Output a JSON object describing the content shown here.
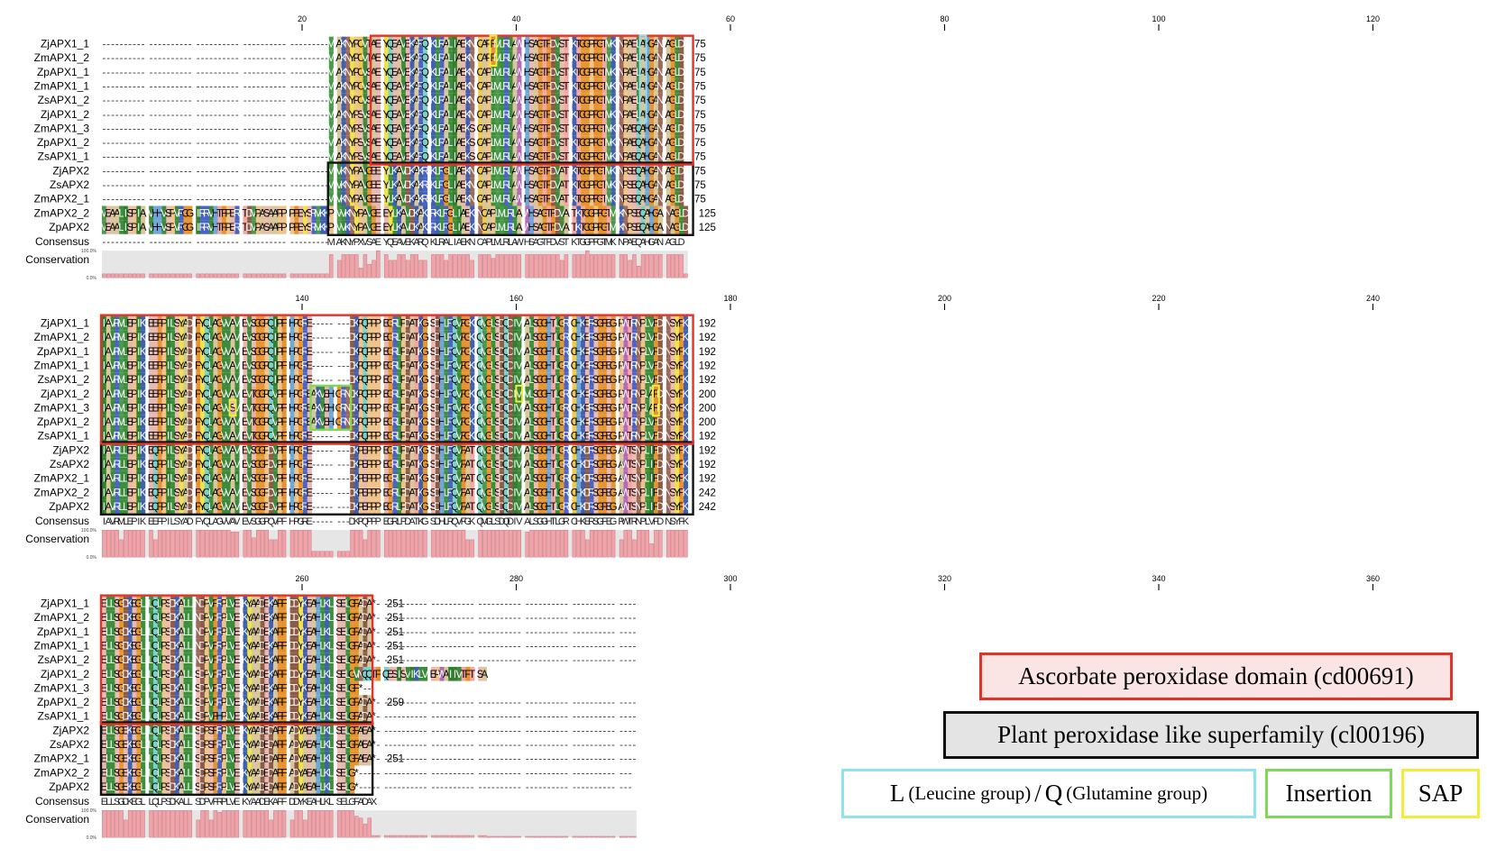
{
  "alignment": {
    "consensus_label": "Consensus",
    "conservation_label": "Conservation",
    "scale_top": "100.0%",
    "scale_bottom": "0.0%",
    "blocks": [
      {
        "ruler": [
          "20",
          "40",
          "60",
          "80",
          "100",
          "120"
        ],
        "rows": [
          {
            "name": "ZjAPX1_1",
            "seq": "-------------------------------------------------MAKNYPCVTAEYQEAVEKARQKLRALIAEKNCAPFMLRLAWHSAGTFDVSTKTGGPFGTMKNPAELAHGANAGLD",
            "end": "75"
          },
          {
            "name": "ZmAPX1_2",
            "seq": "-------------------------------------------------MAKNYPCVTAEYQEAVEKARQKLRALIAEKNCAPFMLRLAWHSAGTFDVSTKTGGPFGTMKNPAELAHGANAGLD",
            "end": "75"
          },
          {
            "name": "ZpAPX1_1",
            "seq": "-------------------------------------------------MAKNYPCVSAEYQEAVEKARQKLRALIAEKNCAPLMLRLAWHSAGTFDVSTKTGGPFGTMKNPAELAHGANAGLD",
            "end": "75"
          },
          {
            "name": "ZmAPX1_1",
            "seq": "-------------------------------------------------MAKNYPCVSAEYQEAVEKARQKLRALIAEKNCAPLMLRLAWHSAGTFDVSTKTGGPFGTMKNPAELAHGANAGLD",
            "end": "75"
          },
          {
            "name": "ZsAPX1_2",
            "seq": "-------------------------------------------------MAKNYPCVSAEYQEAVEKARQKLRALIAEKNCAPLMLRLAWHSAGTFDVSTKTGGPFGTMKNPAELAHGANAGLD",
            "end": "75"
          },
          {
            "name": "ZjAPX1_2",
            "seq": "-------------------------------------------------MAKNYPSVSAEYQEAVEKARQKLRALIAEKNCAPLMLRLAWHSAGTFDVSTKTGGPFGTMKNPAELAHGANAGLD",
            "end": "75"
          },
          {
            "name": "ZmAPX1_3",
            "seq": "-------------------------------------------------MAKNYPSVSAEYQEAVEKARQKLRALIAEKSCAPLMLRLAWHSAGTFDVSTKTGGPFGTMKNPAEQAHGANAGLD",
            "end": "75"
          },
          {
            "name": "ZpAPX1_2",
            "seq": "-------------------------------------------------MAKNYPSVSAEYQEAVEKARQKLRALIAEKSCAPLMLRLAWHSAGTFDVSTKTGGPFGTMKNPAEQAHGANAGLD",
            "end": "75"
          },
          {
            "name": "ZsAPX1_1",
            "seq": "-------------------------------------------------MAKNYPSVSAEYQEAVEKARQKLRALIAEKSCAPLMLRLAWHSAGTFDVSTKTGGPFGTMKNPAEQAHGANAGLD",
            "end": "75"
          },
          {
            "name": "ZjAPX2",
            "seq": "-------------------------------------------------MVKNYPAVGEEYLKAVDKAKRKLRGLIAEKNCAPLMLRLAWHSAGTFDVATKTGGPFGTMKNPSEQAHGANAGLD",
            "end": "75"
          },
          {
            "name": "ZsAPX2",
            "seq": "-------------------------------------------------MVKNYPAVGEEYLKAVDKAKRKLRGLIAEKNCAPLMLRLAWHSAGTFDVATKTGGPFGTMKNPSEQAHGANAGLD",
            "end": "75"
          },
          {
            "name": "ZmAPX2_1",
            "seq": "-------------------------------------------------MVKNYPAVGEEYLKAVDKAKRKLRGLIAEKNCAPLMLRLAWHSAGTFDVATKTGGPFGTMKNPSEQAHGANAGLD",
            "end": "75"
          },
          {
            "name": "ZmAPX2_2",
            "seq": "MEAALISPIAVHHVSPVRGGIRRVHTFPERTDMPASAAPPPFEYSRMKKPMVKNYPAVGEEYLKAVDKAKRKLRGLIAEKNCAPLMLRLAWHSAGTFDVATKTGGPFGTMKNPSEQAHGANAGLD",
            "end": "125"
          },
          {
            "name": "ZpAPX2",
            "seq": "MEAALISPIAVHHVSPVRGGIRRVHTFPERTDMPASAAPPPFEYSRMKKPMVKNYPAVGEEYLKAVDKAKRKLRGLIAEKNCAPLMLRLAWHSAGTFDVATKTGGPFGTMKNPSEQAHGANAGLD",
            "end": "125"
          }
        ],
        "consensus": "-------------------------------------------------MAKNYPXVSAEYQEAVEKARQKLRALIAEKNCAPLMLRLAWHSAGTFDVSTKTGGPFGTMKNPAEQAHGANAGLD"
      },
      {
        "ruler": [
          "140",
          "160",
          "180",
          "200",
          "220",
          "240"
        ],
        "rows": [
          {
            "name": "ZjAPX1_1",
            "seq": "IAVRMLEPIKEEFPILSYADFYQLAGVVAVEVSGGPQIPFHPGRE--------DKPQPPPEGRLPDATKGSDHLRQVFGKQMGLSDQDIVALSGGHTLGRCHKERSGFEGPWTRNPLVFDNSYFK",
            "end": "192"
          },
          {
            "name": "ZmAPX1_2",
            "seq": "IAVRMLEPIKEEFPILSYADFYQLAGVVAVEVSGGPQIPFHPGRE--------DKPQPPPEGRLPDATKGSDHLRQVFGKQMGLSDQDIVALSGGHTLGRCHKERSGFEGPWTRNPLVFDNSYFK",
            "end": "192"
          },
          {
            "name": "ZpAPX1_1",
            "seq": "IAVRMLEPIKEEFPILSYADFYQLAGVVAVEVSGGPQIPFHPGRE--------DKPQPPPEGRLPDATKGSDHLRQVFGKQMGLSDQDIVALSGGHTLGRCHKERSGFEGPWTRNPLVFDNSYFK",
            "end": "192"
          },
          {
            "name": "ZmAPX1_1",
            "seq": "IAVRMLEPIKEEFPILSYADFYQLAGVVAVEVSGGPQIPFHPGRE--------DKPQPPPEGRLPDATKGSDHLRQVFGKQMGLSDQDIVALSGGHTLGRCHKERSGFEGPWTRNPLVFDNSYFK",
            "end": "192"
          },
          {
            "name": "ZsAPX1_2",
            "seq": "IAVRMLEPIKEEFPILSYADFYQLAGVVAVEVSGGPQIPFHPGRE--------DKPQPPPEGRLPDATKGSDHLRQVFGKQMGLSDQDIVALSGGHTLGRCHKERSGFEGPWTRNPLVFDNSYFK",
            "end": "192"
          },
          {
            "name": "ZjAPX1_2",
            "seq": "IAVRMLEPIKEEFPILSYADFYQLAGVVAVEVTGGPQVPFHPGREAKVEHGRNDKPQPPPEGRLPDATKGSDHLRQVFGKQMGLSDQDIVVLSGGHTLGRCHKERSGFEGPWTRNPLAFDNSYFK",
            "end": "200"
          },
          {
            "name": "ZmAPX1_3",
            "seq": "IAVRMLEPIKEEFPILSYADFYQLAGVVSVEVTGGPQVPFHPGREAKVEHGRNDKPQPPPEGRLPDATKGSDHLRQVFGKQMGLSDQDIVALSGGHTLGRCHKERSGFEGPWTRNPLAFDNSYFK",
            "end": "200"
          },
          {
            "name": "ZpAPX1_2",
            "seq": "IAVRMLEPIKEEFPILSYADFYQLAGVVAVEVTGGPQVPFHPGREAKVEHGRNDKPQPPPEGRLPDATKGSDHLRQVFGKQMGLSDQDIVALSGGHTLGRCHKERSGFEGPWTRNPLVFDNSYFK",
            "end": "200"
          },
          {
            "name": "ZsAPX1_1",
            "seq": "IAVRMLEPIKEEFPILSYADFYQLAGVVAVEVTGGPQVPFHPGRE--------DKPQPPPEGRLPDATKGSDHLRQVFGKQMGLSDQDIVALSGGHTLGRCHKERSGFEGPWTRNPLVFDNSYFK",
            "end": "192"
          },
          {
            "name": "ZjAPX2",
            "seq": "IAVRLLEPIKEQFPILSYADFYQLAGVVAVEVSGGPDVPFHPGRE--------DKPEPPPEGRLPDATKGSDHLRQVFATQMGLSDQDIVALSGGHTLGRCHKDRSGFEGAWTSNPLIFDNSYFK",
            "end": "192"
          },
          {
            "name": "ZsAPX2",
            "seq": "IAVRLLEPIKEQFPILSYADFYQLAGVVAVEVSGGPDVPFHPGRE--------DKPEPPPEGRLPDATKGSDHLRQVFATQMGLSDQDIVALSGGHTLGRCHKDRSGFEGAWTSNPLIFDNSYFK",
            "end": "192"
          },
          {
            "name": "ZmAPX2_1",
            "seq": "IAVRLLEPIKEQFPILSYADFYQLAGVVAIEVSGGPDVPFHPGRE--------DKPEPPPEGRLPDATKGSDHLRQVFATQMGLSDQDIVALSGGHTLGRCHKDRSGFEGAWTSNPLIFDNSYFK",
            "end": "192"
          },
          {
            "name": "ZmAPX2_2",
            "seq": "IAVRLLEPIKEQFPILSYADFYQLAGVVAVEVSGGPDVPFHPGRE--------DKPEPPPEGRLPDATKGSDHLRQVFATQMGLSDQDIVALSGGHTLGRCHKDRSGFEGAWTSNPLIFDNSYFK",
            "end": "242"
          },
          {
            "name": "ZpAPX2",
            "seq": "IAVRLLEPIKEQFPILSYADFYQLAGVVAVEVSGGPDVPFHPGRE--------DKPEPPPEGRLPDATKGSDHLRQVFATQMGLSDQDIVALSGGHTLGRCHKDRSGFEGAWTSNPLIFDNSYFK",
            "end": "242"
          }
        ],
        "consensus": "IAVRMLEPIKEEFPILSYADFYQLAGVVAVEVSGGPQVPFHPGRE--------DKPQPPPEGRLPDATKGSDHLRQVFGKQMGLSDQDIVALSGGHTLGRCHKERSGFEGPWTRNPLVFDNSYFK"
      },
      {
        "ruler": [
          "260",
          "280",
          "300",
          "320",
          "340",
          "360"
        ],
        "rows": [
          {
            "name": "ZjAPX1_1",
            "seq": "ELLSGDKEGLLQLPSDKALLNDPVFRPLVEKYAADEKAFFDDYKEAHLKLSELGFADA*-------------------------------------------------------",
            "end": "251"
          },
          {
            "name": "ZmAPX1_2",
            "seq": "ELLSGDKEGLLQLPSDKALLNDPVFRPLVEKYAADEKAFFDDYKEAHLKLSELGFADA*-------------------------------------------------------",
            "end": "251"
          },
          {
            "name": "ZpAPX1_1",
            "seq": "ELLSGDKEGLLQLPSDKALLNDPVFRPLVEKYAADEKAFFDDYKEAHLKLSELGFADA*-------------------------------------------------------",
            "end": "251"
          },
          {
            "name": "ZmAPX1_1",
            "seq": "ELLSGDKEGLLQLPSDKALLNDPVFRPLVEKYAADEKAFFDDYKEAHLKLSELGFADA*-------------------------------------------------------",
            "end": "251"
          },
          {
            "name": "ZsAPX1_2",
            "seq": "ELLSGDKEGLLQLPSDKALLNDPVFRPLVEKYAADEKAFFDDYKEAHLKLSELGFADA*-------------------------------------------------------",
            "end": "251"
          },
          {
            "name": "ZjAPX1_2",
            "seq": "ELLSGDKEGLLQLPSDKALLSDPVFRPLVEKYAADEKAFFDDYKEAHLKLSELGVNQQTFQESISVIKLVEPWAIIVTFTSA",
            "end": ""
          },
          {
            "name": "ZmAPX1_3",
            "seq": "ELLSGDKEGLLQLPSDKALLSDPVFRPLVEKYAADEKAFFDDYKEAHLKLSELGF*--",
            "end": ""
          },
          {
            "name": "ZpAPX1_2",
            "seq": "ELLSGDKEGLLQLPSDKALLSDPVFRPLVEKYAADEKAFFDDYKEAHLKLSELGFADA*-------------------------------------------------------",
            "end": "259"
          },
          {
            "name": "ZsAPX1_1",
            "seq": "ELLSGDKEGLLQLPSDKALLSDPVFHPLVEKYAADEKAFFDDYKEAHLKLSELGFADA*-------------------------------------------------------",
            "end": ""
          },
          {
            "name": "ZjAPX2",
            "seq": "ELLSGEKEGLLQLPSDKALLSDPSFRPLVEKYAADEDAFFADYAEAHLKLSELGFAEA*-------------------------------------------------------",
            "end": ""
          },
          {
            "name": "ZsAPX2",
            "seq": "ELLSGEKEGLLQLPSDKALLSDPSFRPLVEKYAADEDAFFADYAEAHLKLSELGFAEA*-------------------------------------------------------",
            "end": ""
          },
          {
            "name": "ZmAPX2_1",
            "seq": "ELLSGEKEGLLQLPSDKALLSDPSFRPLVEKYAADEDAFFADYAEAHLKLSELGFAEA*-------------------------------------------------------",
            "end": "251"
          },
          {
            "name": "ZmAPX2_2",
            "seq": "ELLSGEKEGLLQLPSDKALLSDPSFRPLVEKYAADEDAFFADYAEAHLKLSELG*----------------------------------------------------------",
            "end": ""
          },
          {
            "name": "ZpAPX2",
            "seq": "ELLSGEKEGLLQLPSDKALLSDPSFRPLVEKYAADEDAFFADYAEAHLKLSELG*----------------------------------------------------------",
            "end": ""
          }
        ],
        "consensus": "ELLSGDKEGLLQLPSDKALLSDPVFRPLVEKYAADEKAFFDDYKEAHLKLSELGFADAX"
      }
    ]
  },
  "legend": {
    "apx_domain": "Ascorbate peroxidase domain (cd00691)",
    "plant_superfamily": "Plant peroxidase like superfamily (cl00196)",
    "lq_L": "L",
    "lq_L_desc": "(Leucine group)",
    "lq_sep": "/",
    "lq_Q": "Q",
    "lq_Q_desc": "(Glutamine group)",
    "insertion": "Insertion",
    "sap": "SAP"
  },
  "colors": {
    "apx_box": "#e0342a",
    "plant_box": "#111111",
    "lq_box": "#8fe3ef",
    "insertion_box": "#7ed957",
    "sap_box": "#f3ec3b",
    "conservation_bar": "#f0a3a8",
    "conservation_bg": "#e6e6e6"
  }
}
